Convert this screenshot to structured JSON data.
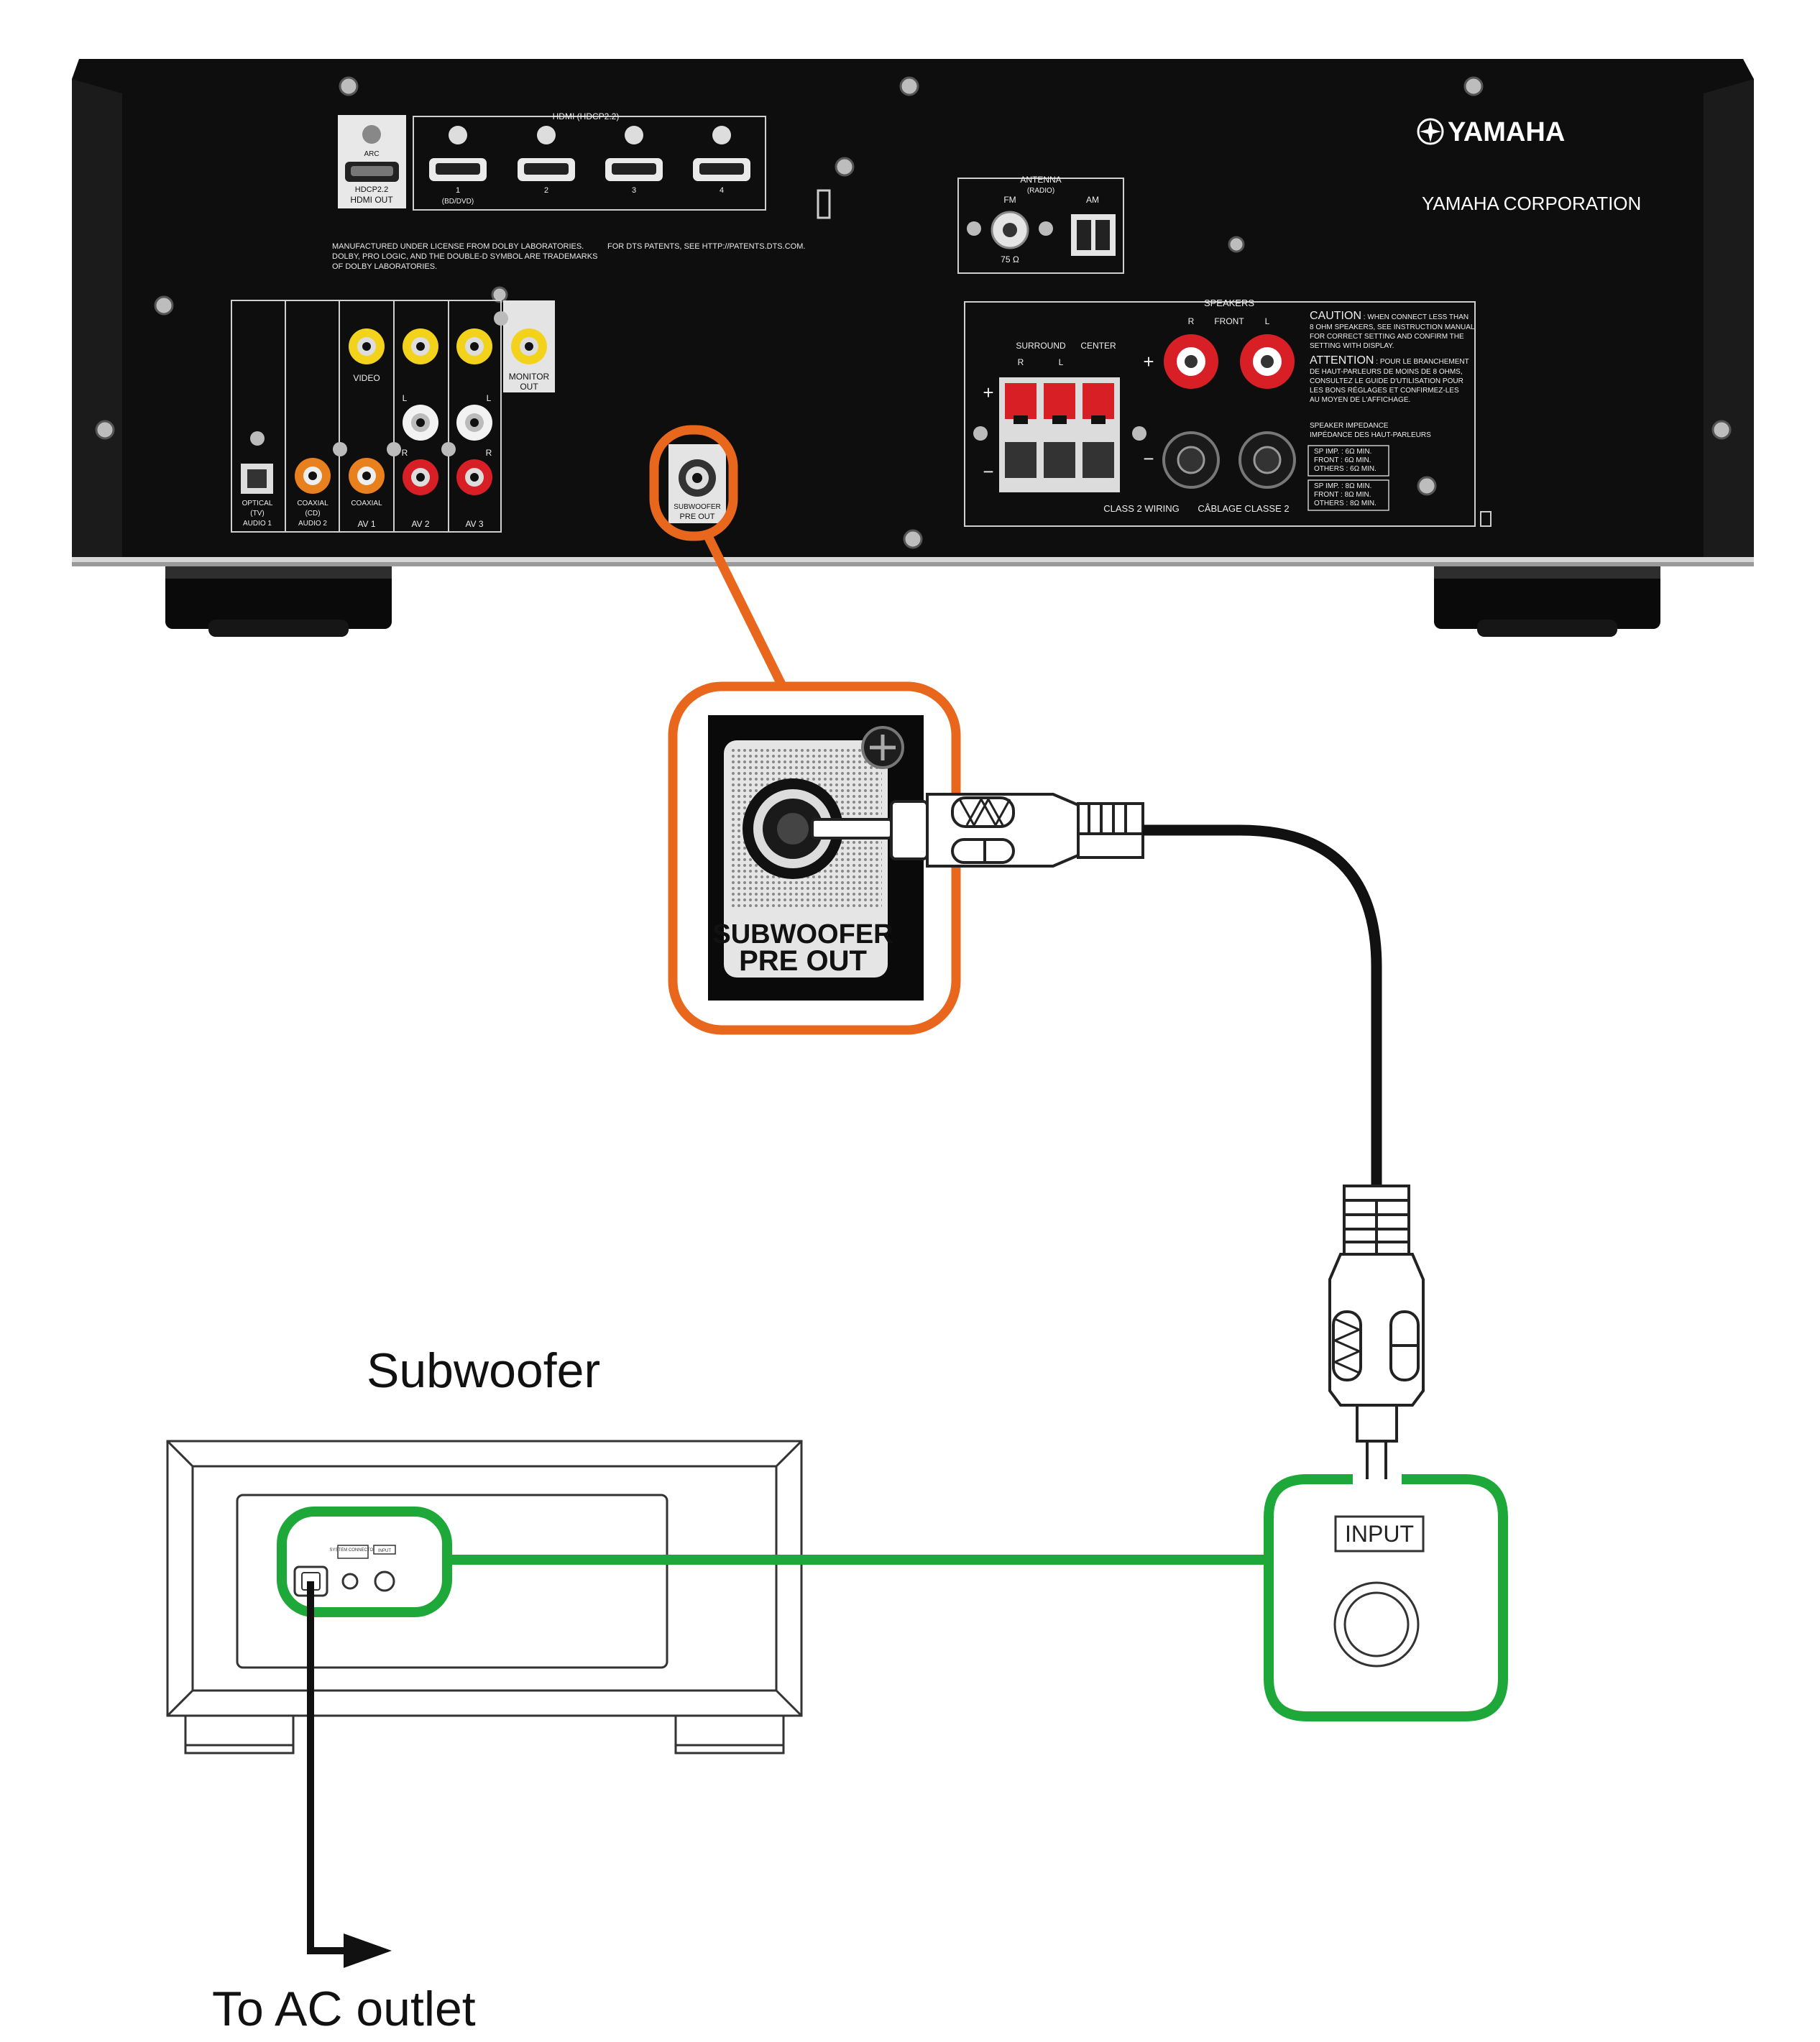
{
  "colors": {
    "receiver_body": "#0e0e0e",
    "receiver_edge": "#1c1c1c",
    "highlight_orange": "#e8671c",
    "highlight_green": "#1fa83a",
    "cable_black": "#111111",
    "rca_yellow": "#f2d21b",
    "rca_red": "#d81f26",
    "rca_white": "#f2f2f2",
    "rca_orange": "#e8801e"
  },
  "receiver": {
    "brand": "YAMAHA",
    "corporation": "YAMAHA CORPORATION",
    "hdmi_title": "HDMI",
    "hdmi_hdcp": "(HDCP2.2)",
    "hdmi_out_arc": "ARC",
    "hdmi_out_hdcp": "HDCP2.2",
    "hdmi_out_label": "HDMI OUT",
    "hdmi_inputs": [
      {
        "num": "1",
        "sub": "(BD/DVD)"
      },
      {
        "num": "2",
        "sub": ""
      },
      {
        "num": "3",
        "sub": ""
      },
      {
        "num": "4",
        "sub": ""
      }
    ],
    "license_dolby_1": "MANUFACTURED UNDER LICENSE FROM DOLBY LABORATORIES.",
    "license_dolby_2": "DOLBY, PRO LOGIC, AND THE DOUBLE-D SYMBOL ARE TRADEMARKS",
    "license_dolby_3": "OF DOLBY LABORATORIES.",
    "license_dts": "FOR DTS PATENTS, SEE HTTP://PATENTS.DTS.COM.",
    "antenna_title": "ANTENNA",
    "antenna_radio": "(RADIO)",
    "antenna_fm": "FM",
    "antenna_am": "AM",
    "antenna_ohm": "75 Ω",
    "video_label": "VIDEO",
    "monitor_out_1": "MONITOR",
    "monitor_out_2": "OUT",
    "jack_l": "L",
    "jack_r": "R",
    "optical_label": "OPTICAL",
    "optical_tv": "(TV)",
    "audio1": "AUDIO 1",
    "coaxial_label": "COAXIAL",
    "coaxial_cd": "(CD)",
    "audio2": "AUDIO 2",
    "coaxial_label_2": "COAXIAL",
    "av1": "AV 1",
    "av2": "AV 2",
    "av3": "AV 3",
    "sub_pre_small_1": "SUBWOOFER",
    "sub_pre_small_2": "PRE OUT",
    "speakers_title": "SPEAKERS",
    "speakers_front": "FRONT",
    "speakers_surround": "SURROUND",
    "speakers_center": "CENTER",
    "speakers_plus": "+",
    "speakers_minus": "−",
    "class2_wiring": "CLASS 2 WIRING",
    "cablage": "CÂBLAGE CLASSE 2",
    "caution_title": "CAUTION",
    "caution_text_1": ": WHEN CONNECT LESS THAN",
    "caution_text_2": "8 OHM SPEAKERS, SEE INSTRUCTION MANUAL",
    "caution_text_3": "FOR CORRECT SETTING AND CONFIRM THE",
    "caution_text_4": "SETTING WITH DISPLAY.",
    "attention_title": "ATTENTION",
    "attention_text_1": ": POUR LE BRANCHEMENT",
    "attention_text_2": "DE HAUT-PARLEURS DE MOINS DE 8 OHMS,",
    "attention_text_3": "CONSULTEZ LE GUIDE D'UTILISATION POUR",
    "attention_text_4": "LES BONS RÉGLAGES ET CONFIRMEZ-LES",
    "attention_text_5": "AU MOYEN DE L'AFFICHAGE.",
    "impedance_1": "SPEAKER IMPEDANCE",
    "impedance_2": "IMPÉDANCE DES HAUT-PARLEURS",
    "imp_rows_1": [
      "SP IMP. : 6Ω MIN.",
      "FRONT : 6Ω MIN.",
      "OTHERS : 6Ω MIN."
    ],
    "imp_rows_2": [
      "SP IMP. : 8Ω MIN.",
      "FRONT : 8Ω MIN.",
      "OTHERS : 8Ω MIN."
    ]
  },
  "callout": {
    "line1": "SUBWOOFER",
    "line2": "PRE OUT"
  },
  "subwoofer": {
    "title": "Subwoofer",
    "small_label_1": "SYSTEM CONNECTOR",
    "small_label_2": "INPUT"
  },
  "input_callout": {
    "label": "INPUT"
  },
  "ac_outlet": {
    "label": "To AC outlet"
  }
}
